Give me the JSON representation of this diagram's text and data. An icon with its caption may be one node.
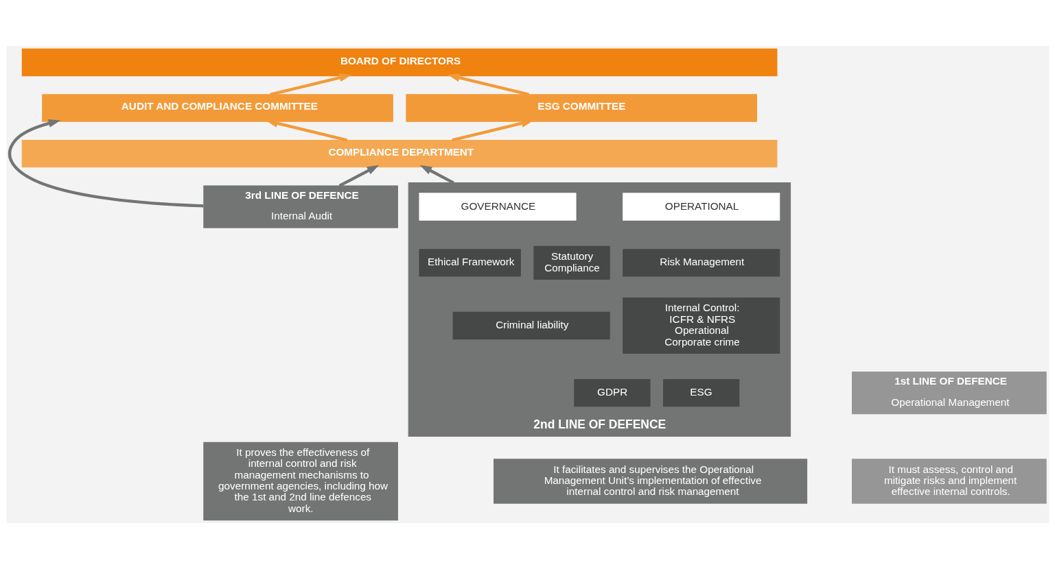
{
  "diagram": {
    "nodes": [
      {
        "text": [
          "BOARD OF DIRECTORS"
        ]
      },
      {
        "text": [
          "ESG COMMITTEE"
        ]
      },
      {
        "text": [
          "AUDIT AND COMPLIANCE COMMITTEE"
        ]
      },
      {
        "text": [
          "COMPLIANCE DEPARTMENT"
        ]
      },
      {
        "text": [
          "1st LINE OF DEFENCE",
          "Operational Management"
        ]
      },
      {
        "text": [
          "2nd LINE OF DEFENCE"
        ]
      },
      {
        "text": [
          "GOVERNANCE"
        ],
        "in": 5
      },
      {
        "text": [
          "Ethical Framework"
        ],
        "in": 5
      },
      {
        "text": [
          "Statutory Compliance"
        ],
        "in": 5
      },
      {
        "text": [
          "Criminal liability"
        ],
        "in": 5
      },
      {
        "text": [
          "OPERATIONAL"
        ],
        "in": 5
      },
      {
        "text": [
          "Risk Management"
        ],
        "in": 5
      },
      {
        "text": [
          "Internal Control: ICFR & NFRS Operational Corporate crime"
        ],
        "in": 5
      },
      {
        "text": [
          "ESG"
        ],
        "in": 5
      },
      {
        "text": [
          "GDPR"
        ],
        "in": 5
      },
      {
        "text": [
          "3rd LINE OF DEFENCE",
          "Internal Audit"
        ]
      },
      {
        "text": [
          "It must assess, control and mitigate risks and implement effective internal controls."
        ]
      },
      {
        "text": [
          "It facilitates and supervises the Operational Management Unit’s implementation of effective internal control and risk management"
        ]
      },
      {
        "text": [
          "It proves the effectiveness of internal control and risk management mechanisms to government agencies, including how the 1st and 2nd line defences work."
        ]
      }
    ],
    "edges": [
      {
        "from": 1,
        "to": 0,
        "arrow": "to"
      },
      {
        "from": 2,
        "to": 0,
        "arrow": "to"
      },
      {
        "from": 3,
        "to": 1,
        "arrow": "to"
      },
      {
        "from": 3,
        "to": 2,
        "arrow": "to"
      },
      {
        "from": 5,
        "to": 3,
        "arrow": "to",
        "color": "#737574"
      },
      {
        "from": 15,
        "to": 3,
        "arrow": "to",
        "color": "#737574"
      },
      {
        "from": 15,
        "to": 2,
        "arrow": "to",
        "color": "#737574"
      }
    ]
  }
}
